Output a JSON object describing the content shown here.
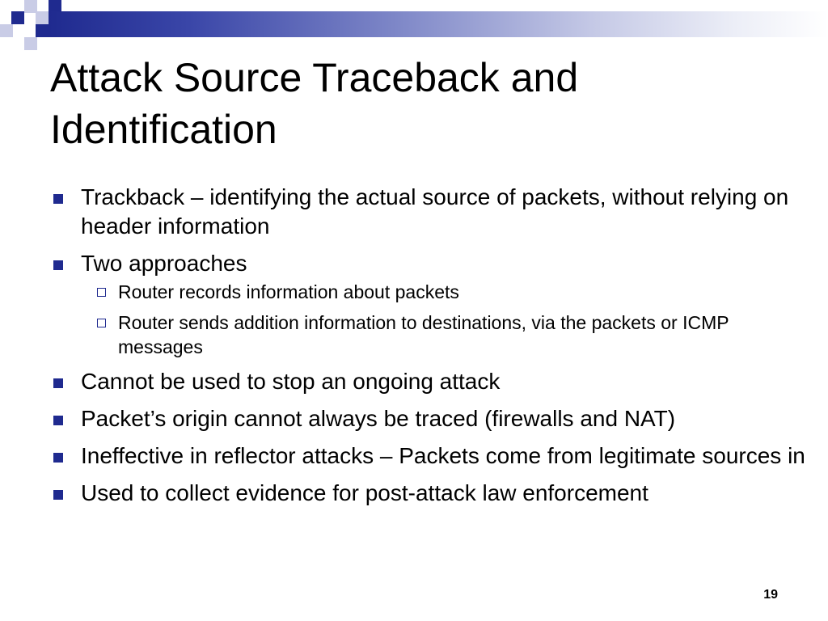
{
  "slide": {
    "title": "Attack Source Traceback and Identification",
    "page_number": "19",
    "accent_color": "#1f2a8f",
    "bullets": [
      {
        "text": "Trackback – identifying the actual source of packets, without relying on header information",
        "sub": []
      },
      {
        "text": "Two approaches",
        "sub": [
          "Router records information about packets",
          "Router sends addition information to destinations, via the packets or ICMP messages"
        ]
      },
      {
        "text": "Cannot be used to stop an ongoing attack",
        "sub": []
      },
      {
        "text": "Packet’s origin cannot always be traced (firewalls and NAT)",
        "sub": []
      },
      {
        "text": "Ineffective in reflector attacks – Packets  come from legitimate sources in",
        "sub": []
      },
      {
        "text": "Used to collect evidence for post-attack law enforcement",
        "sub": []
      }
    ]
  }
}
